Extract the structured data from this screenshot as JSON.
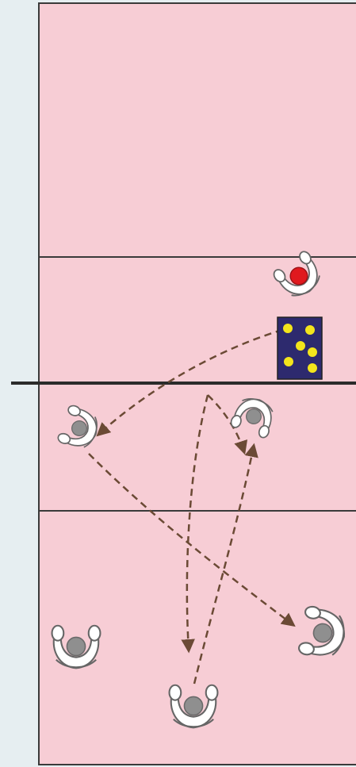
{
  "diagram": {
    "kind": "volleyball-court-drill",
    "colors": {
      "page_background": "#e6eef1",
      "court_fill": "#f7cdd5",
      "court_line": "#3a3a3a",
      "net": "#2b2b2b",
      "arrow": "#6b4a35",
      "player_body": "#ffffff",
      "player_outline": "#666666",
      "player_head": "#8f8f8f",
      "opponent_head": "#e0191e",
      "ball_cart": "#2d2a6e",
      "balls": "#f3e51c"
    },
    "players": [
      {
        "name": "opponent-attacker",
        "role": "opponent",
        "icon": "player-topdown-icon"
      },
      {
        "name": "left-front-player",
        "role": "teammate",
        "icon": "player-topdown-icon"
      },
      {
        "name": "setter-player",
        "role": "teammate",
        "icon": "player-topdown-icon"
      },
      {
        "name": "left-back-player",
        "role": "teammate",
        "icon": "player-topdown-icon"
      },
      {
        "name": "middle-back-player",
        "role": "teammate",
        "icon": "player-topdown-icon"
      },
      {
        "name": "right-back-player",
        "role": "teammate",
        "icon": "player-topdown-icon"
      }
    ],
    "ball_cart": {
      "icon": "ball-cart-icon",
      "ball_count": 6
    },
    "arrows": [
      {
        "name": "arrow-cart-to-left-front",
        "style": "dashed"
      },
      {
        "name": "arrow-left-front-to-right-back",
        "style": "dashed"
      },
      {
        "name": "arrow-net-to-middle-back",
        "style": "dashed"
      },
      {
        "name": "arrow-middle-back-to-setter",
        "style": "dashed"
      },
      {
        "name": "arrow-net-to-setter",
        "style": "dashed"
      }
    ]
  }
}
